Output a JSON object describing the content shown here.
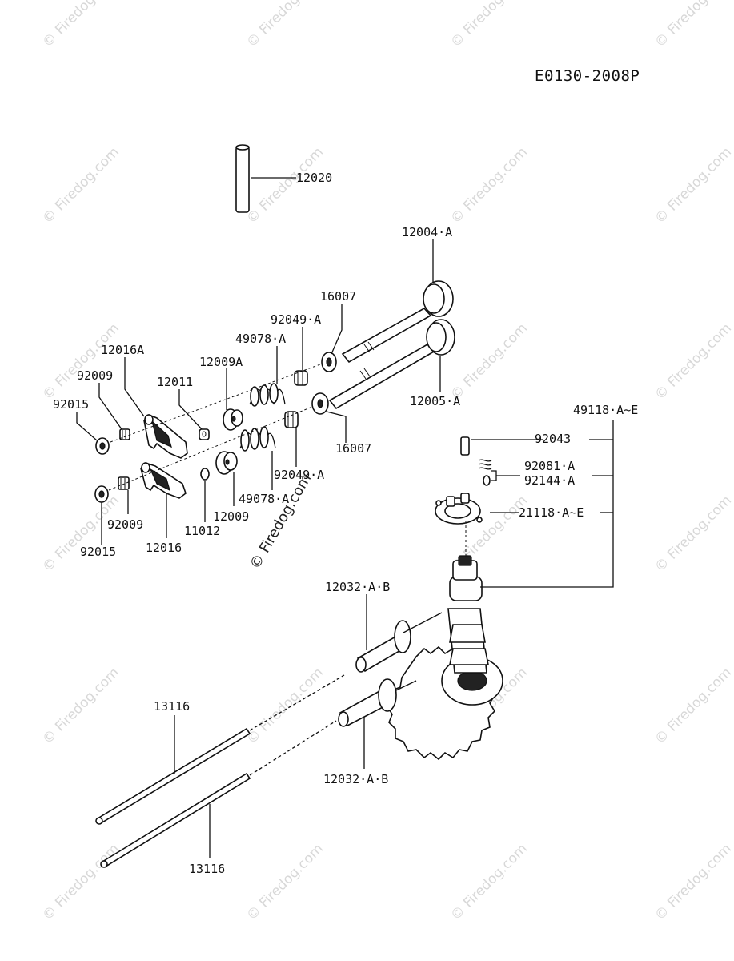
{
  "diagram_code": "E0130-2008P",
  "watermark": "© Firedog.com",
  "labels": {
    "l12020": "12020",
    "l12004": "12004·A",
    "l16007a": "16007",
    "l92049a": "92049·A",
    "l49078a": "49078·A",
    "l12009A": "12009A",
    "l12016A": "12016A",
    "l12011": "12011",
    "l92009a": "92009",
    "l92015a": "92015",
    "l12005": "12005·A",
    "l16007b": "16007",
    "l92049b": "92049·A",
    "l49078b": "49078·A",
    "l12009": "12009",
    "l11012": "11012",
    "l12016": "12016",
    "l92009b": "92009",
    "l92015b": "92015",
    "l49118": "49118·A~E",
    "l92043": "92043",
    "l92081": "92081·A",
    "l92144": "92144·A",
    "l21118": "21118·A~E",
    "l12032a": "12032·A·B",
    "l12032b": "12032·A·B",
    "l13116a": "13116",
    "l13116b": "13116"
  }
}
